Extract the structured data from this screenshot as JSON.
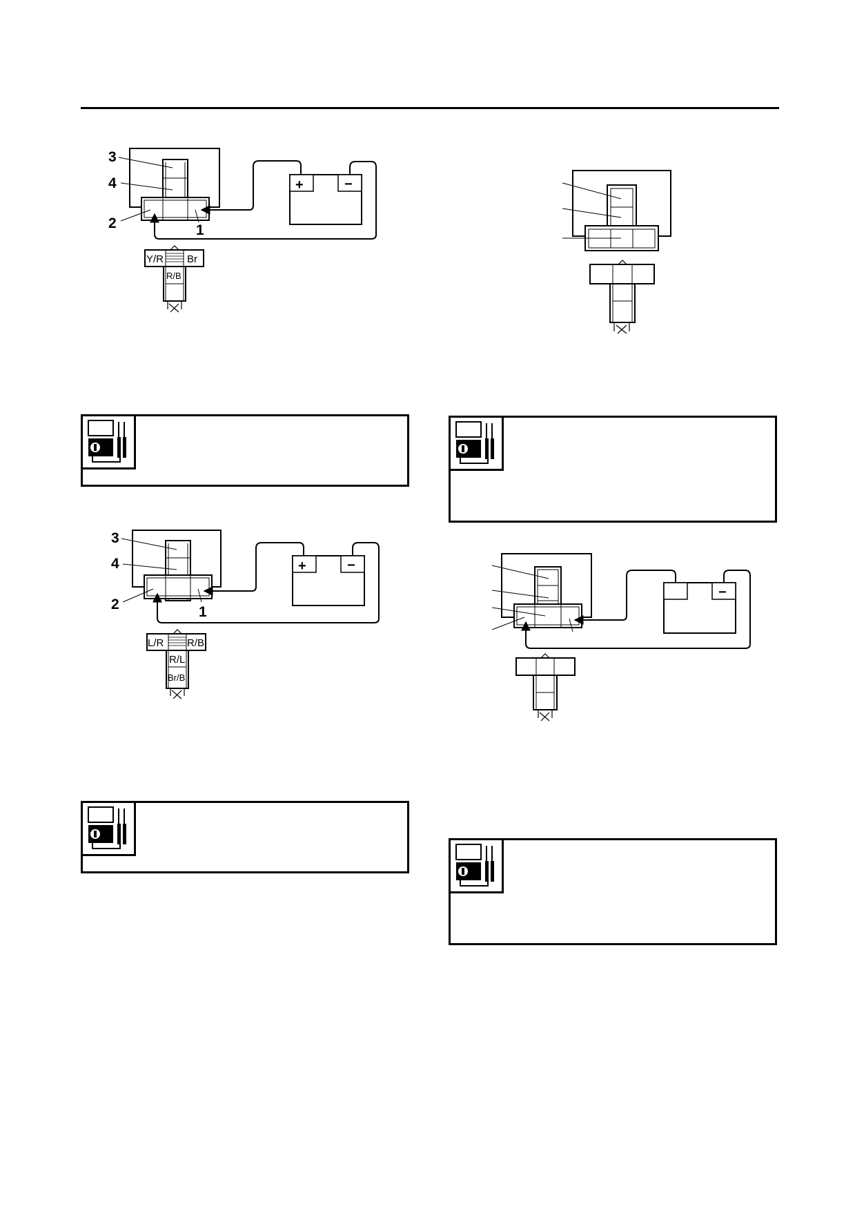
{
  "diagram1": {
    "callouts": [
      "3",
      "4",
      "2",
      "1"
    ],
    "battery": {
      "plus": "+",
      "minus": "−"
    },
    "connector": {
      "left": "Y/R",
      "right": "Br",
      "bottom": "R/B"
    }
  },
  "diagram2": {
    "callouts": [
      "3",
      "4",
      "2",
      "1"
    ],
    "battery": {
      "plus": "+",
      "minus": "−"
    },
    "connector": {
      "left": "L/R",
      "right": "R/B",
      "middle": "R/L",
      "bottom": "Br/B"
    }
  },
  "diagram4": {
    "battery": {
      "minus": "−"
    }
  },
  "tester_boxes": [
    {
      "id": "tester-box-1",
      "icon": "pocket-tester-icon"
    },
    {
      "id": "tester-box-2",
      "icon": "pocket-tester-icon"
    },
    {
      "id": "tester-box-3",
      "icon": "pocket-tester-icon"
    },
    {
      "id": "tester-box-4",
      "icon": "pocket-tester-icon"
    }
  ]
}
